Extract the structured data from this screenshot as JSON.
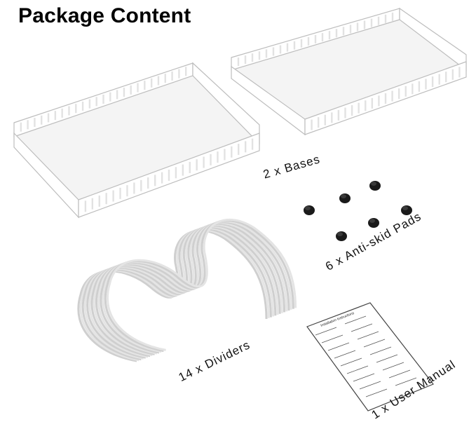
{
  "title": "Package Content",
  "items": [
    {
      "label": "2 x Bases"
    },
    {
      "label": "6 x Anti-skid Pads"
    },
    {
      "label": "14 x Dividers"
    },
    {
      "label": "1 x User Manual"
    }
  ],
  "manual": {
    "heading": "Installation Instructions"
  }
}
